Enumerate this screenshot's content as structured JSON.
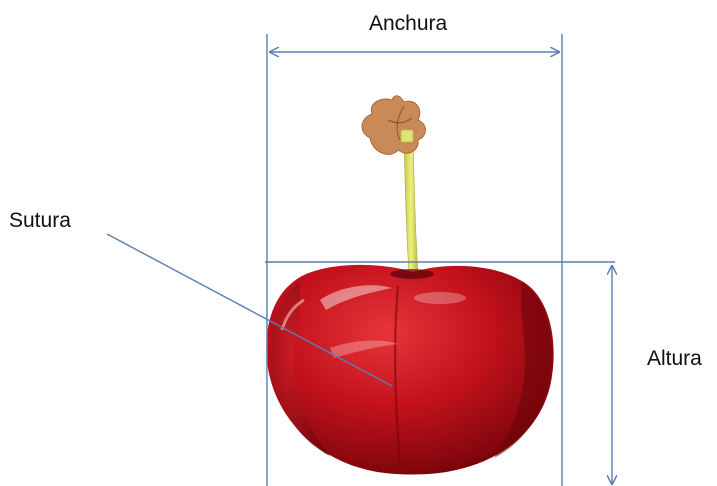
{
  "labels": {
    "width": "Anchura",
    "suture": "Sutura",
    "height": "Altura"
  },
  "colors": {
    "measure_line": "#5b7fae",
    "cherry_red": "#c3121c",
    "cherry_dark": "#6a0308",
    "stem": "#d9dc62",
    "stem_tip": "#c98a58"
  },
  "icons": {
    "subject": "cherry-photo"
  }
}
